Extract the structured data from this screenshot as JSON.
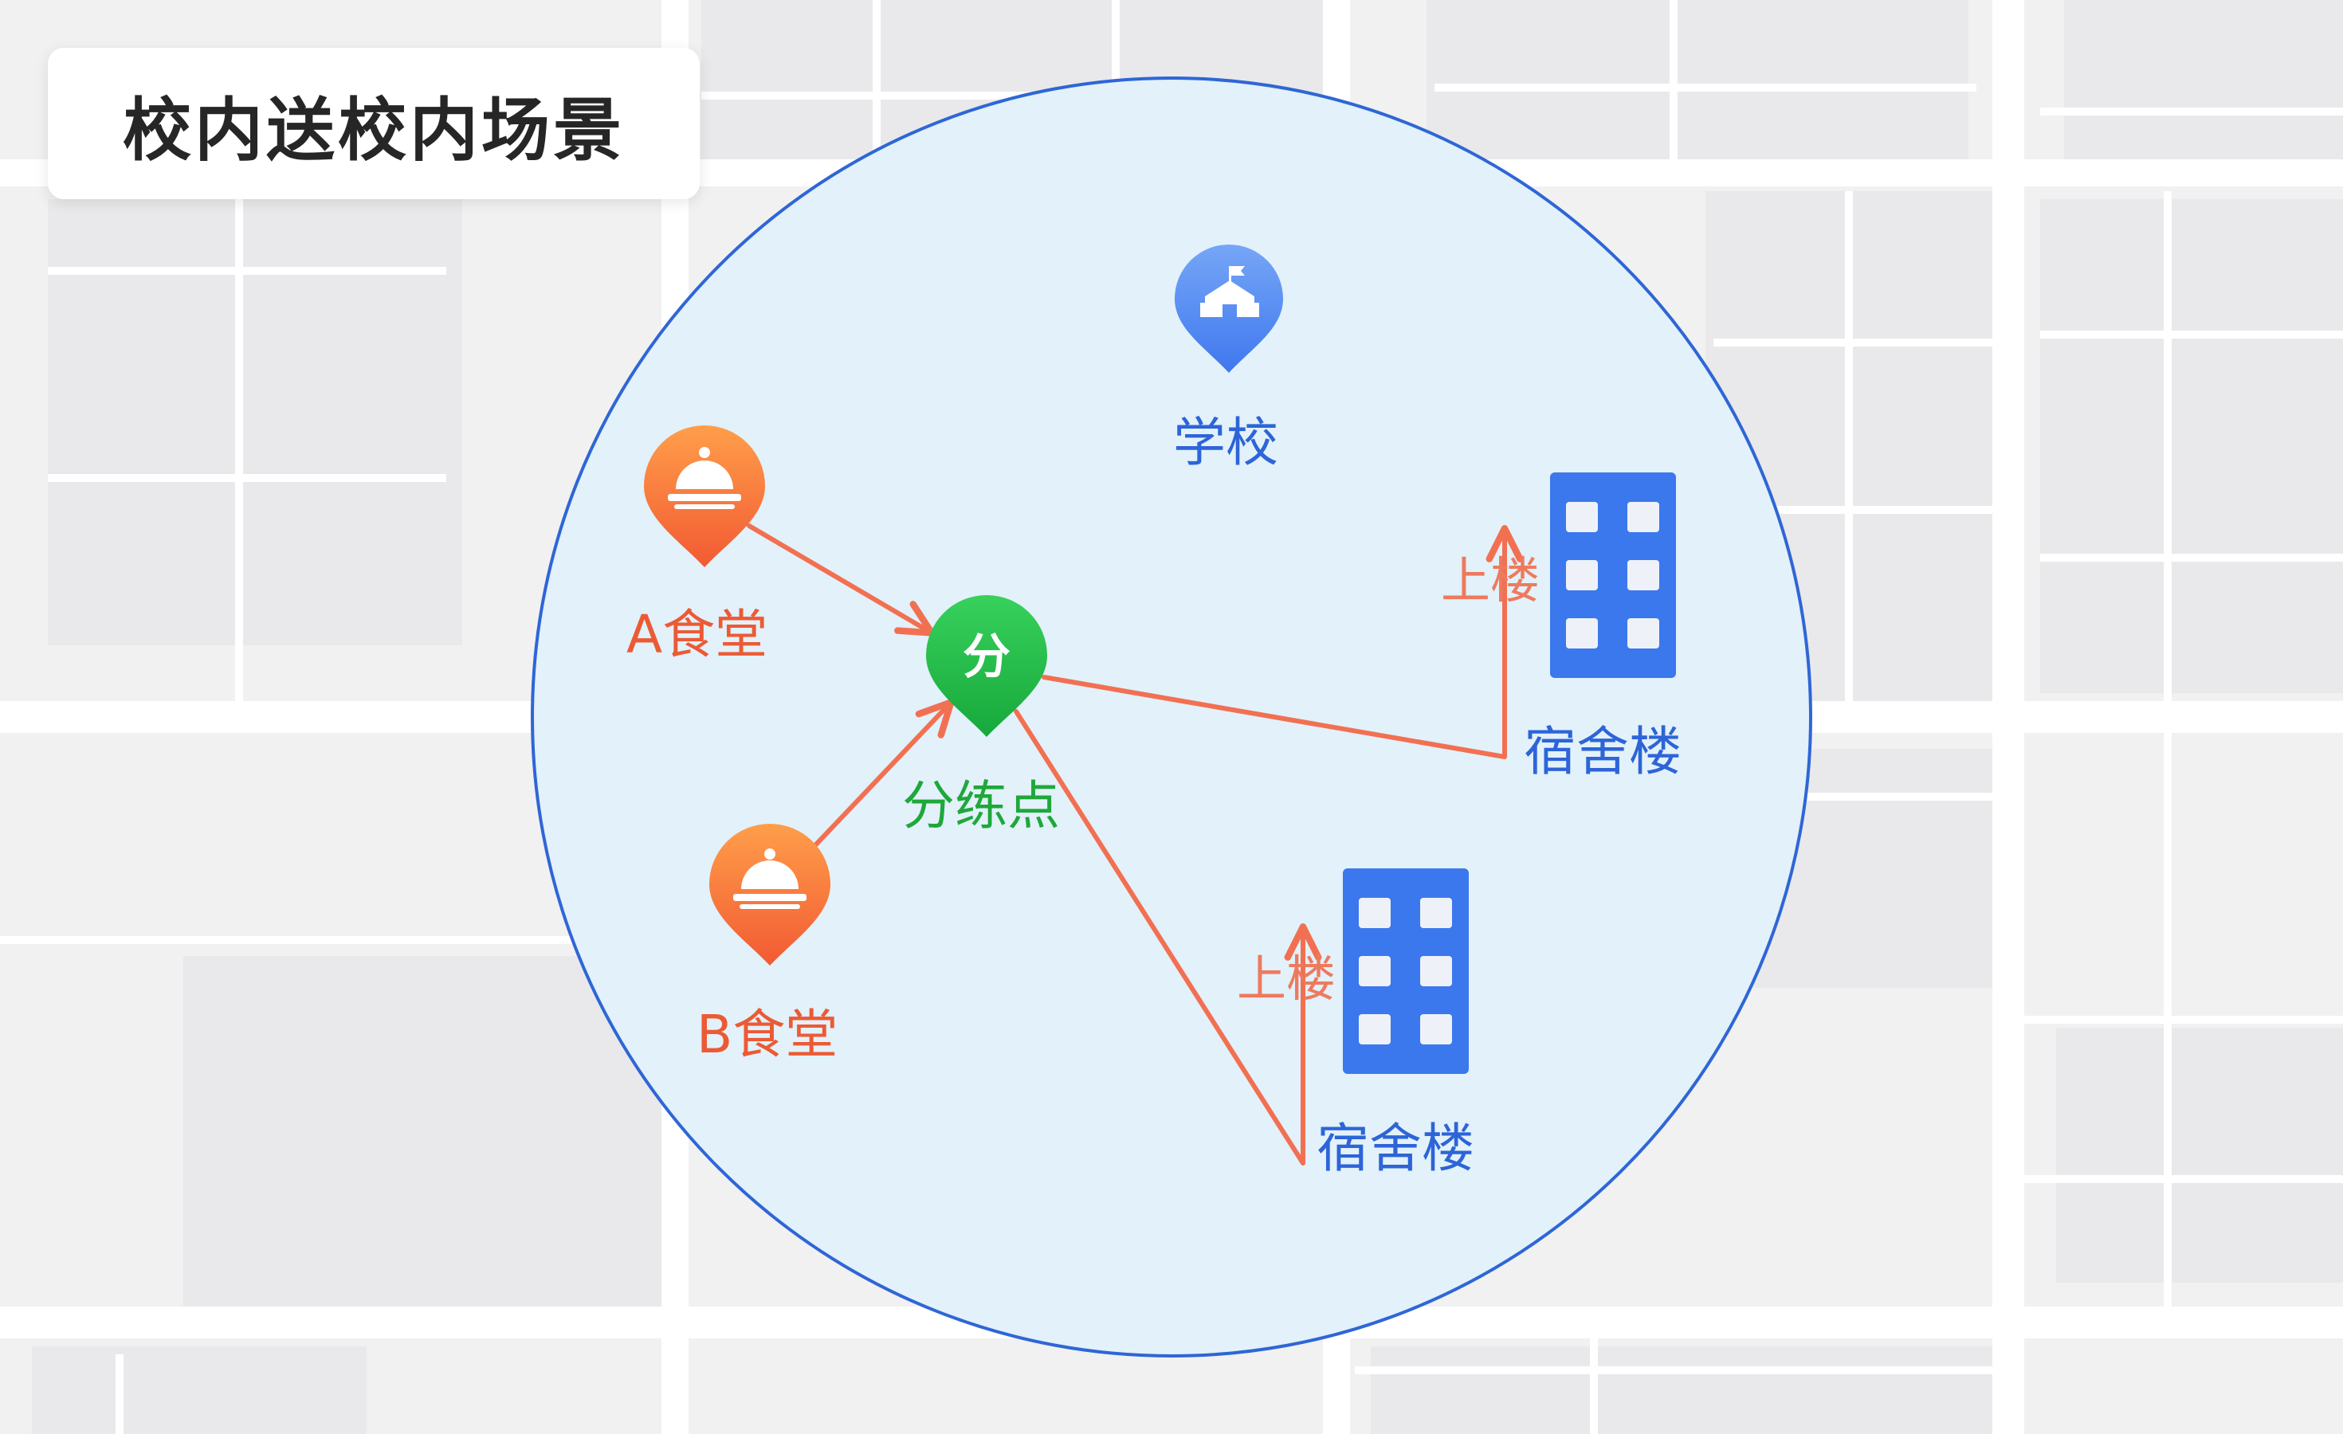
{
  "title": "校内送校内场景",
  "colors": {
    "zone_fill": "#e2f1fa",
    "zone_stroke": "#2f66d6",
    "route": "#f27052",
    "school_pin": "#5a8ef2",
    "canteen_pin": "#f47a3a",
    "sort_pin": "#1fb844",
    "building": "#3b78ee",
    "building_window": "#eef2f8",
    "label_blue": "#2d64d8",
    "label_orange": "#ec5a34",
    "label_green": "#1ea83a"
  },
  "markers": {
    "school": {
      "label": "学校",
      "icon": "school-icon"
    },
    "canteen_a": {
      "label": "A食堂",
      "icon": "food-cloche-icon"
    },
    "canteen_b": {
      "label": "B食堂",
      "icon": "food-cloche-icon"
    },
    "sorting_point": {
      "label": "分练点",
      "pin_text": "分"
    },
    "dorm_1": {
      "label": "宿舍楼",
      "icon": "building-icon",
      "arrow_label": "上楼"
    },
    "dorm_2": {
      "label": "宿舍楼",
      "icon": "building-icon",
      "arrow_label": "上楼"
    }
  }
}
